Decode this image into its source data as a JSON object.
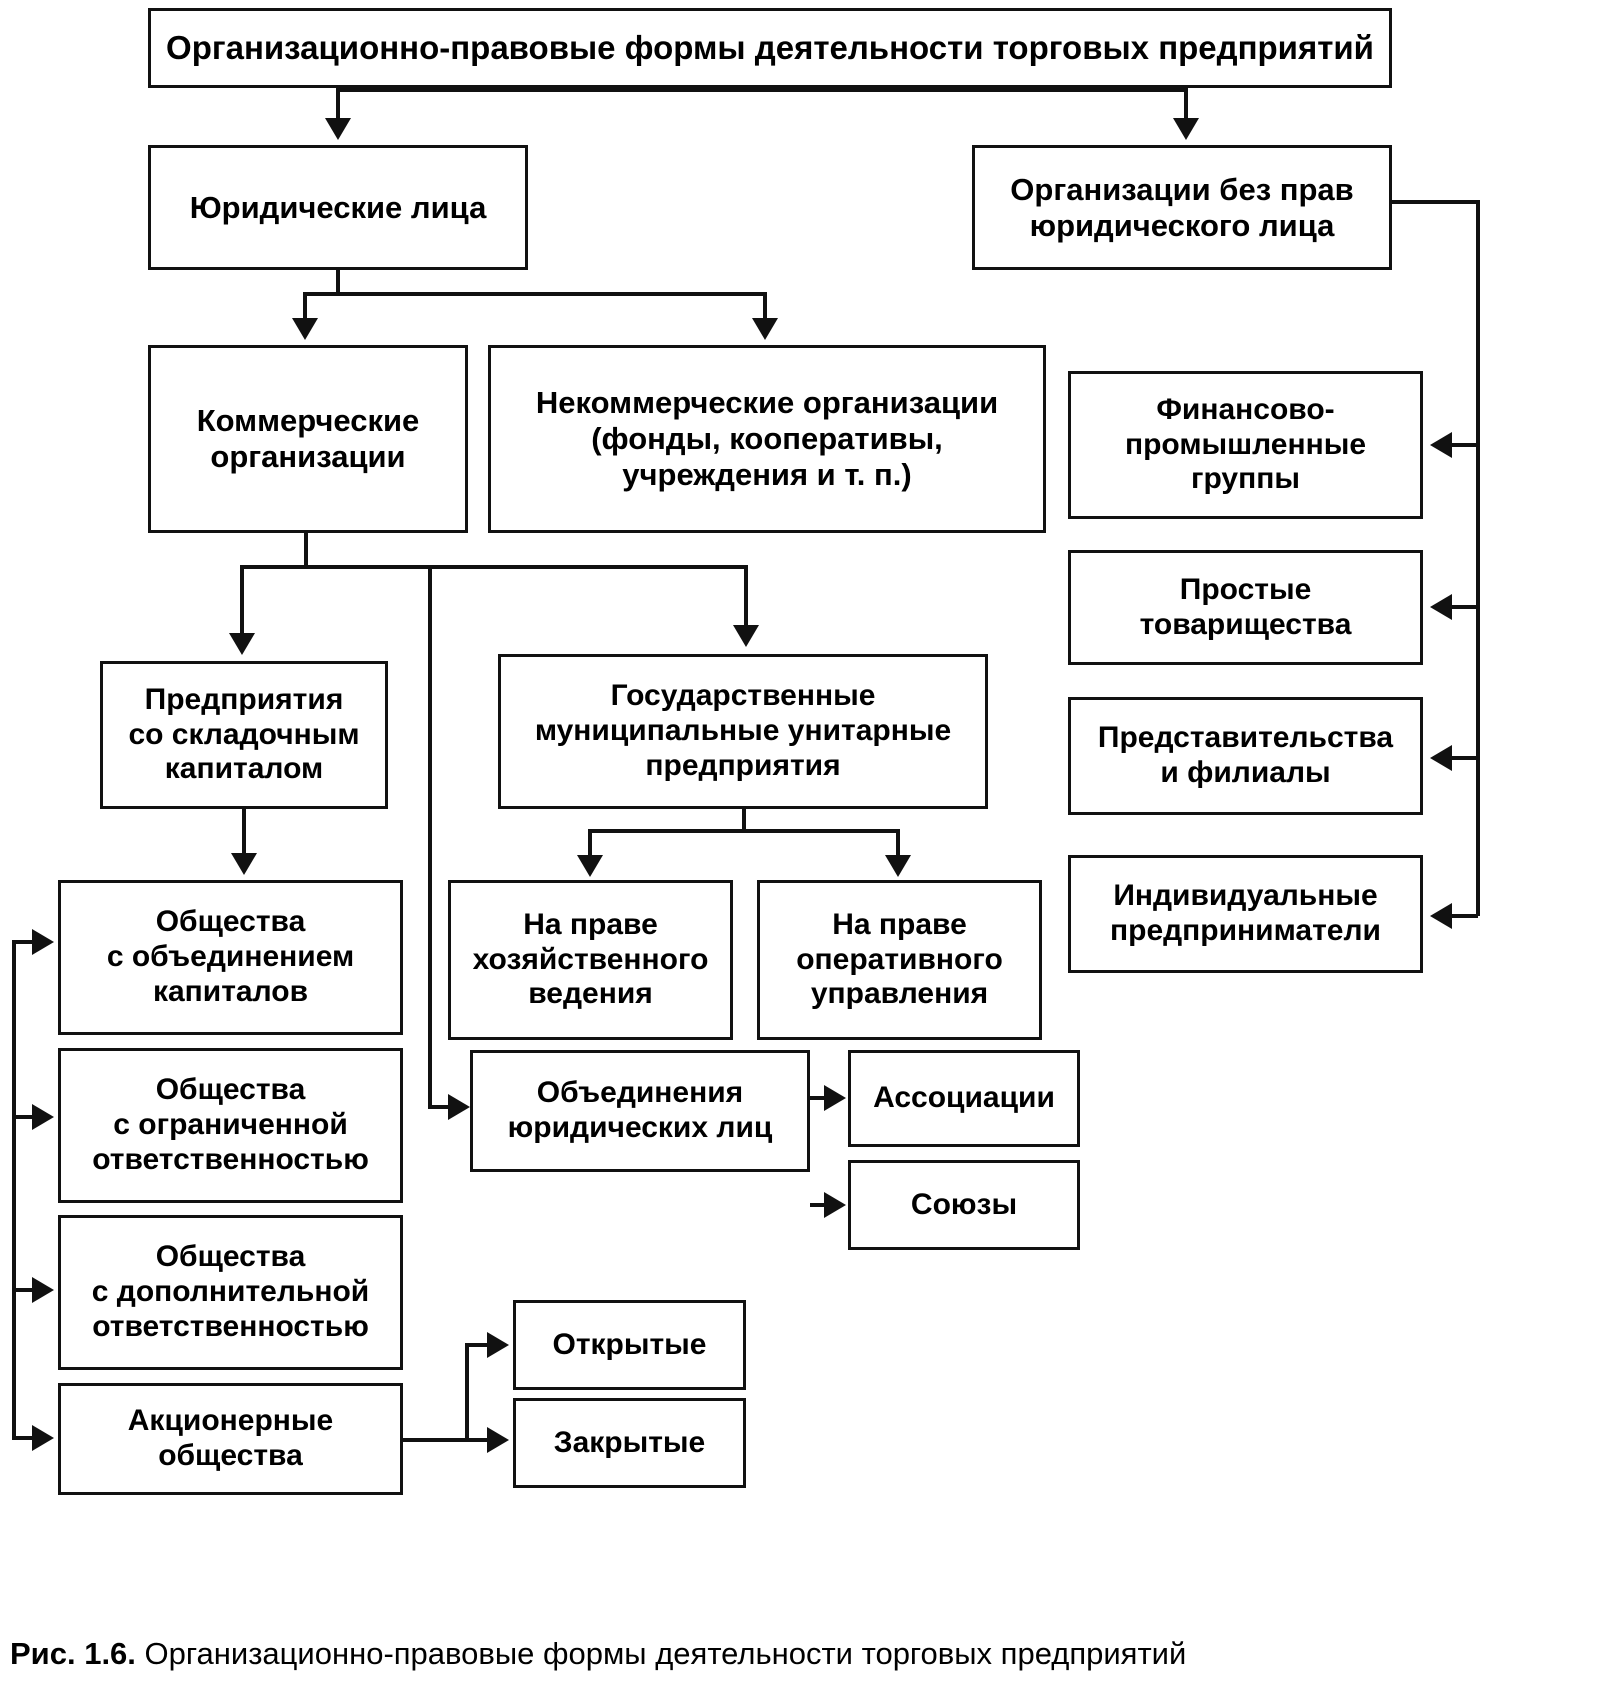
{
  "figure": {
    "number_label": "Рис. 1.6.",
    "caption": "Организационно-правовые формы деятельности торговых предприятий"
  },
  "nodes": {
    "title": "Организационно-правовые формы деятельности торговых предприятий",
    "legal_entities": "Юридические лица",
    "no_legal_rights": "Организации без прав\nюридического лица",
    "commercial": "Коммерческие\nорганизации",
    "noncommercial": "Некоммерческие организации\n(фонды, кооперативы,\nучреждения и т. п.)",
    "financial_industrial": "Финансово-\nпромышленные\nгруппы",
    "simple_partnerships": "Простые\nтоварищества",
    "representations_branches": "Представительства\nи филиалы",
    "individual_entrepreneurs": "Индивидуальные\nпредприниматели",
    "share_capital": "Предприятия\nсо складочным\nкапиталом",
    "state_municipal": "Государственные\nмуниципальные унитарные\nпредприятия",
    "economic_management": "На праве\nхозяйственного\nведения",
    "operational_management": "На праве\nоперативного\nуправления",
    "capital_union": "Общества\nс объединением\nкапиталов",
    "limited_liability": "Общества\nс ограниченной\nответственностью",
    "additional_liability": "Общества\nс дополнительной\nответственностью",
    "joint_stock": "Акционерные\nобщества",
    "legal_entity_associations": "Объединения\nюридических лиц",
    "associations": "Ассоциации",
    "unions": "Союзы",
    "open": "Открытые",
    "closed": "Закрытые"
  },
  "colors": {
    "line": "#111111",
    "box_border": "#111111",
    "background": "#ffffff",
    "text": "#000000"
  }
}
